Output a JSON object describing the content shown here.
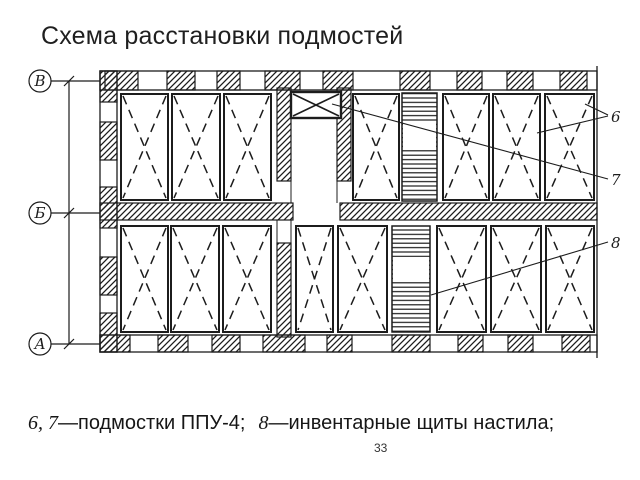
{
  "slide": {
    "title": "Схема расстановки подмостей",
    "page_number": "33"
  },
  "diagram": {
    "axes": {
      "top": "В",
      "middle": "Б",
      "bottom": "А"
    },
    "callouts": {
      "c6": "6",
      "c7": "7",
      "c8": "8"
    }
  },
  "caption": {
    "nums1": "6, 7",
    "text1": "—подмостки ППУ-4;",
    "num2": "8",
    "text2": "—инвентарные щиты настила;"
  },
  "colors": {
    "ink": "#1c1c1c",
    "background": "#ffffff"
  }
}
